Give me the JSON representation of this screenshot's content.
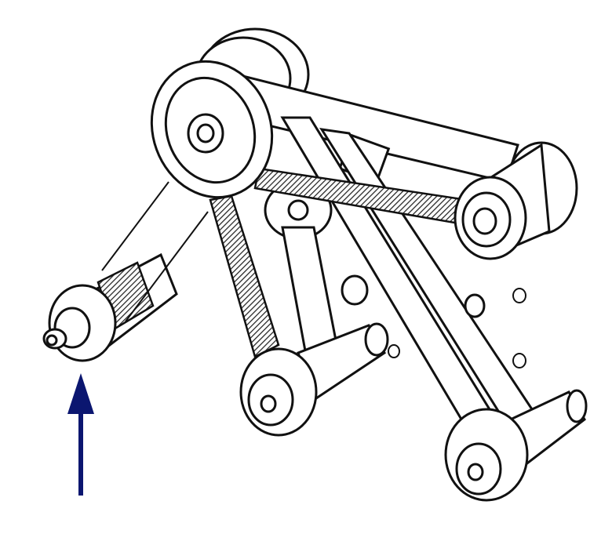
{
  "diagram": {
    "subject": "belt-and-pulley-assembly",
    "components": [
      "drive-pulley-large",
      "idler-pulley-right",
      "pulley-bottom-middle",
      "pulley-bottom-right",
      "input-shaft-left",
      "toothed-belt",
      "flat-belts"
    ],
    "indicator": {
      "type": "arrow",
      "direction": "up",
      "color": "#0b1670"
    },
    "line_color": "#111111",
    "background": "#ffffff"
  }
}
